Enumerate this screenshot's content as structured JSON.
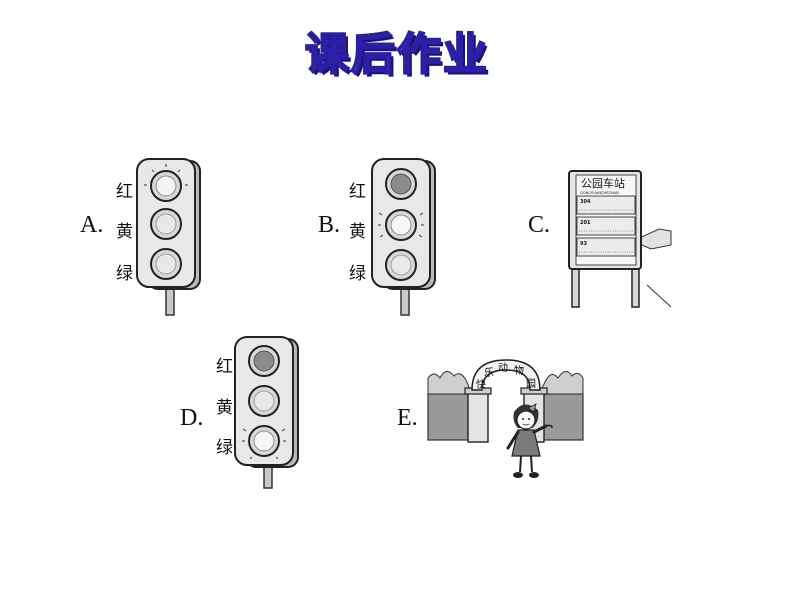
{
  "title": "课后作业",
  "options": [
    {
      "label": "A.",
      "lights": [
        "红",
        "黄",
        "绿"
      ]
    },
    {
      "label": "B.",
      "lights": [
        "红",
        "黄",
        "绿"
      ]
    },
    {
      "label": "C.",
      "sign": {
        "name": "公园车站",
        "pinyin": "GONGYUANCHEZHAN",
        "routes": [
          "304",
          "201",
          "93"
        ]
      }
    },
    {
      "label": "D.",
      "lights": [
        "红",
        "黄",
        "绿"
      ]
    },
    {
      "label": "E.",
      "gate": {
        "chars": [
          "快",
          "乐",
          "动",
          "物",
          "园"
        ]
      }
    }
  ]
}
